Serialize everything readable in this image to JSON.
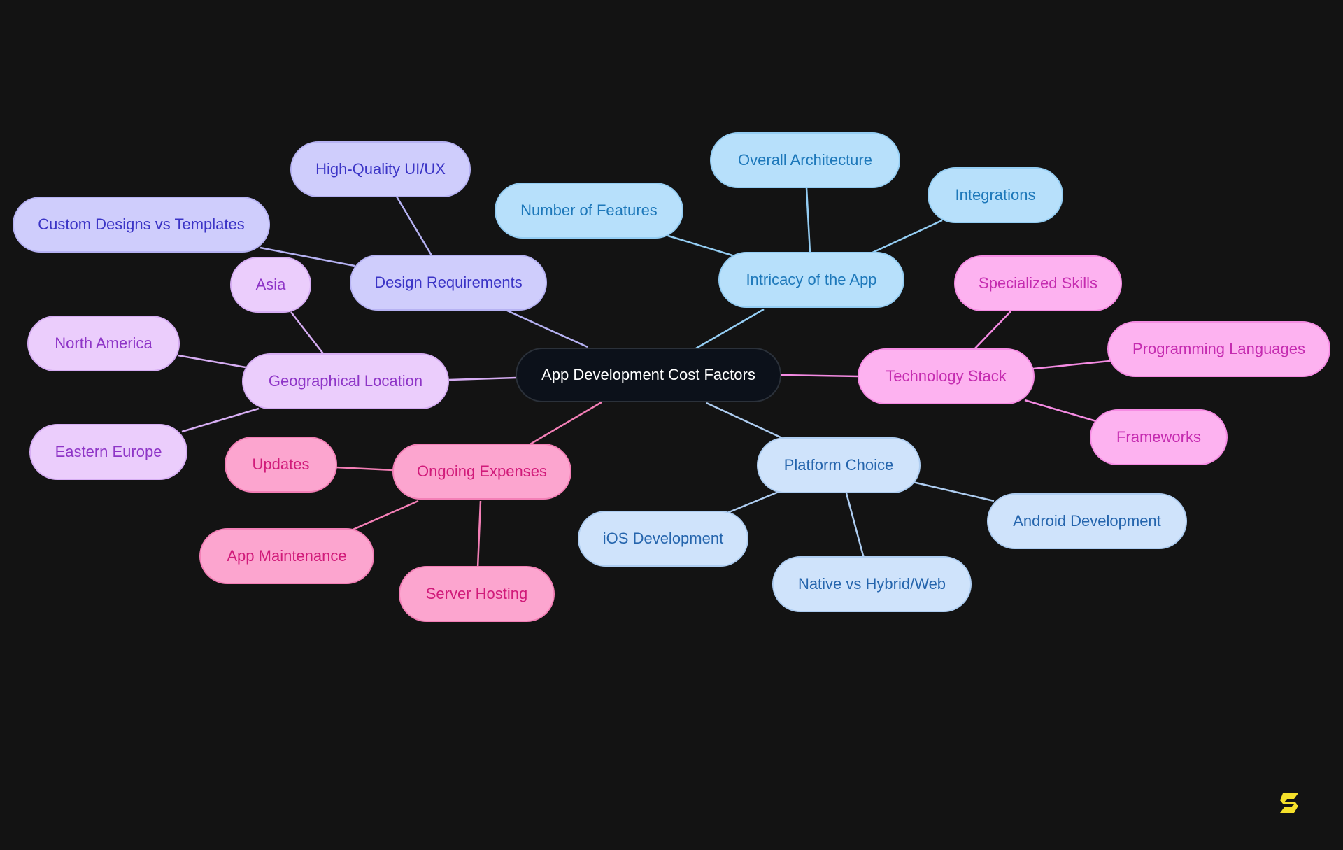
{
  "diagram": {
    "root": "App Development Cost Factors",
    "branches": [
      {
        "label": "Design Requirements",
        "children": [
          "High-Quality UI/UX",
          "Custom Designs vs Templates"
        ]
      },
      {
        "label": "Intricacy of the App",
        "children": [
          "Overall Architecture",
          "Number of Features",
          "Integrations"
        ]
      },
      {
        "label": "Geographical Location",
        "children": [
          "Asia",
          "North America",
          "Eastern Europe"
        ]
      },
      {
        "label": "Technology Stack",
        "children": [
          "Specialized Skills",
          "Programming Languages",
          "Frameworks"
        ]
      },
      {
        "label": "Ongoing Expenses",
        "children": [
          "Updates",
          "App Maintenance",
          "Server Hosting"
        ]
      },
      {
        "label": "Platform Choice",
        "children": [
          "iOS Development",
          "Native vs Hybrid/Web",
          "Android Development"
        ]
      }
    ]
  },
  "colors": {
    "background": "#131313",
    "root_fill": "#0c111a",
    "design_requirements": "#cfcdfc",
    "intricacy": "#b7e0fb",
    "platform_choice": "#cfe3fb",
    "geographical_location": "#ebcdfc",
    "ongoing_expenses": "#fca5cf",
    "technology_stack": "#fdb2f0",
    "logo_accent": "#f5e02a"
  },
  "logo": {
    "icon": "brand-s-logo-icon"
  }
}
